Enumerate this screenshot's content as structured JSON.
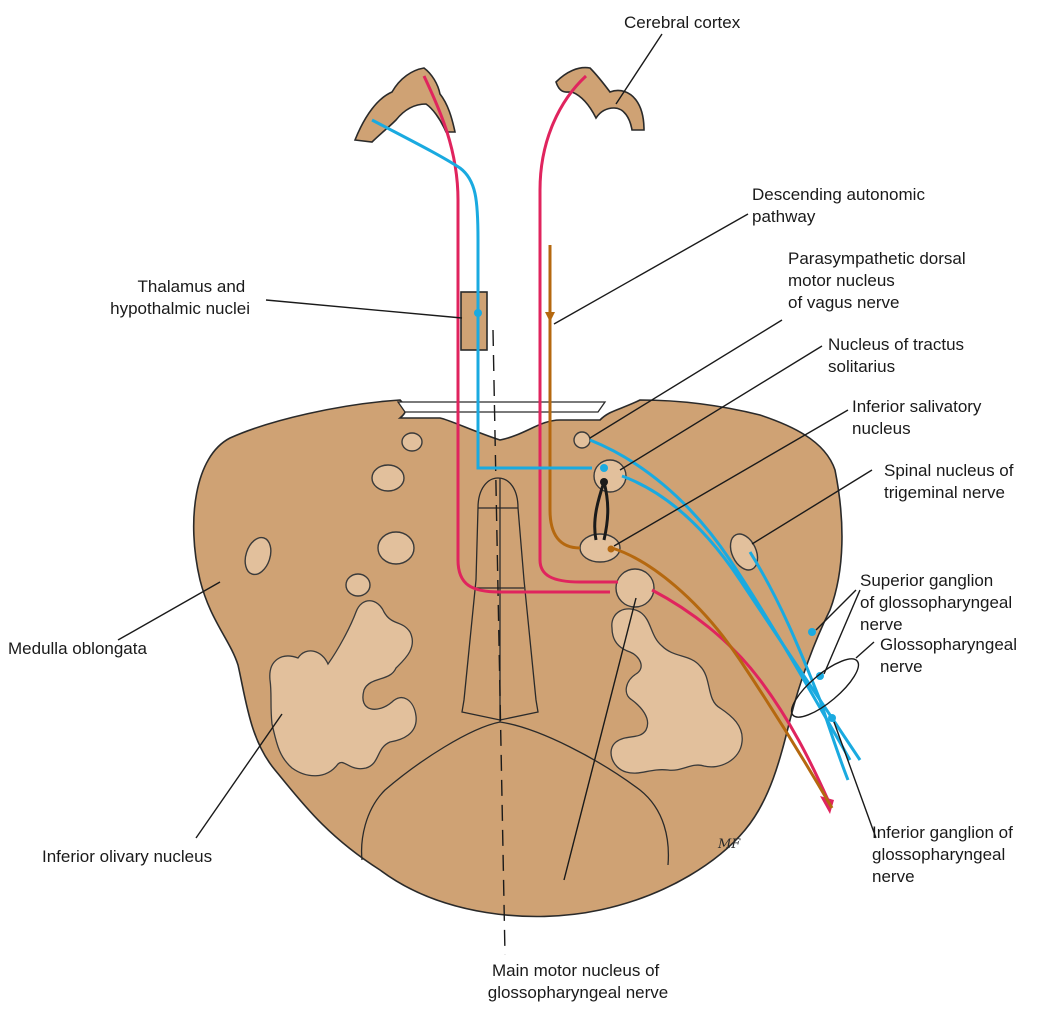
{
  "labels": {
    "cerebral_cortex": "Cerebral cortex",
    "descending_autonomic": [
      "Descending autonomic",
      "pathway"
    ],
    "parasympathetic": [
      "Parasympathetic dorsal",
      "motor nucleus",
      "of vagus nerve"
    ],
    "thalamus": [
      "Thalamus and",
      "hypothalmic nuclei"
    ],
    "tractus_solitarius": [
      "Nucleus of tractus",
      "solitarius"
    ],
    "inferior_salivatory": [
      "Inferior salivatory",
      "nucleus"
    ],
    "spinal_trigeminal": [
      "Spinal nucleus of",
      "trigeminal nerve"
    ],
    "superior_ganglion": [
      "Superior ganglion",
      "of glossopharyngeal",
      "nerve"
    ],
    "glossopharyngeal_nerve": [
      "Glossopharyngeal",
      "nerve"
    ],
    "medulla": "Medulla oblongata",
    "inferior_olivary": "Inferior olivary nucleus",
    "inferior_ganglion": [
      "Inferior ganglion of",
      "glossopharyngeal",
      "nerve"
    ],
    "main_motor": [
      "Main motor nucleus of",
      "glossopharyngeal nerve"
    ]
  },
  "signature": "MF",
  "colors": {
    "tissue": "#cfa274",
    "nucleus": "#e2c09c",
    "motor_pathway": "#e0245e",
    "sensory_pathway": "#1aaae0",
    "autonomic_pathway": "#b5680f",
    "outline": "#2a2a2a"
  }
}
